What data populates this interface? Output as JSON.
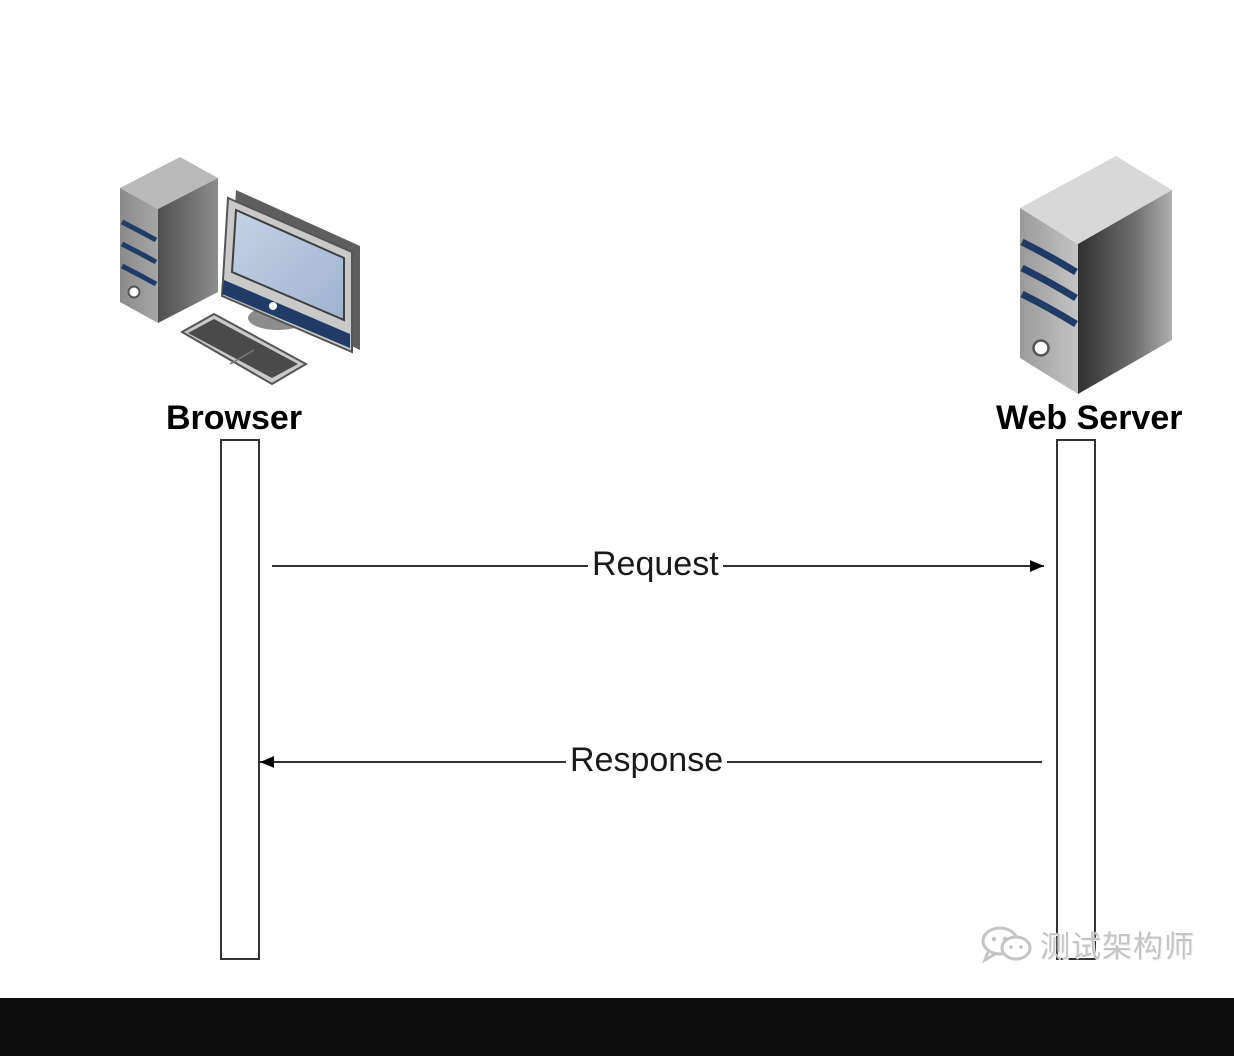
{
  "diagram": {
    "actors": [
      {
        "label": "Browser",
        "icon": "desktop-computer-icon"
      },
      {
        "label": "Web Server",
        "icon": "server-tower-icon"
      }
    ],
    "messages": [
      {
        "label": "Request",
        "from": "Browser",
        "to": "Web Server"
      },
      {
        "label": "Response",
        "from": "Web Server",
        "to": "Browser"
      }
    ]
  },
  "watermark": {
    "text": "测试架构师",
    "icon": "wechat-icon"
  },
  "colors": {
    "accent_navy": "#1f3b66",
    "screen_blue": "#aebfd8",
    "case_gray": "#7a7a7a",
    "line": "#333333",
    "bottom_bar": "#0c0c0c"
  }
}
